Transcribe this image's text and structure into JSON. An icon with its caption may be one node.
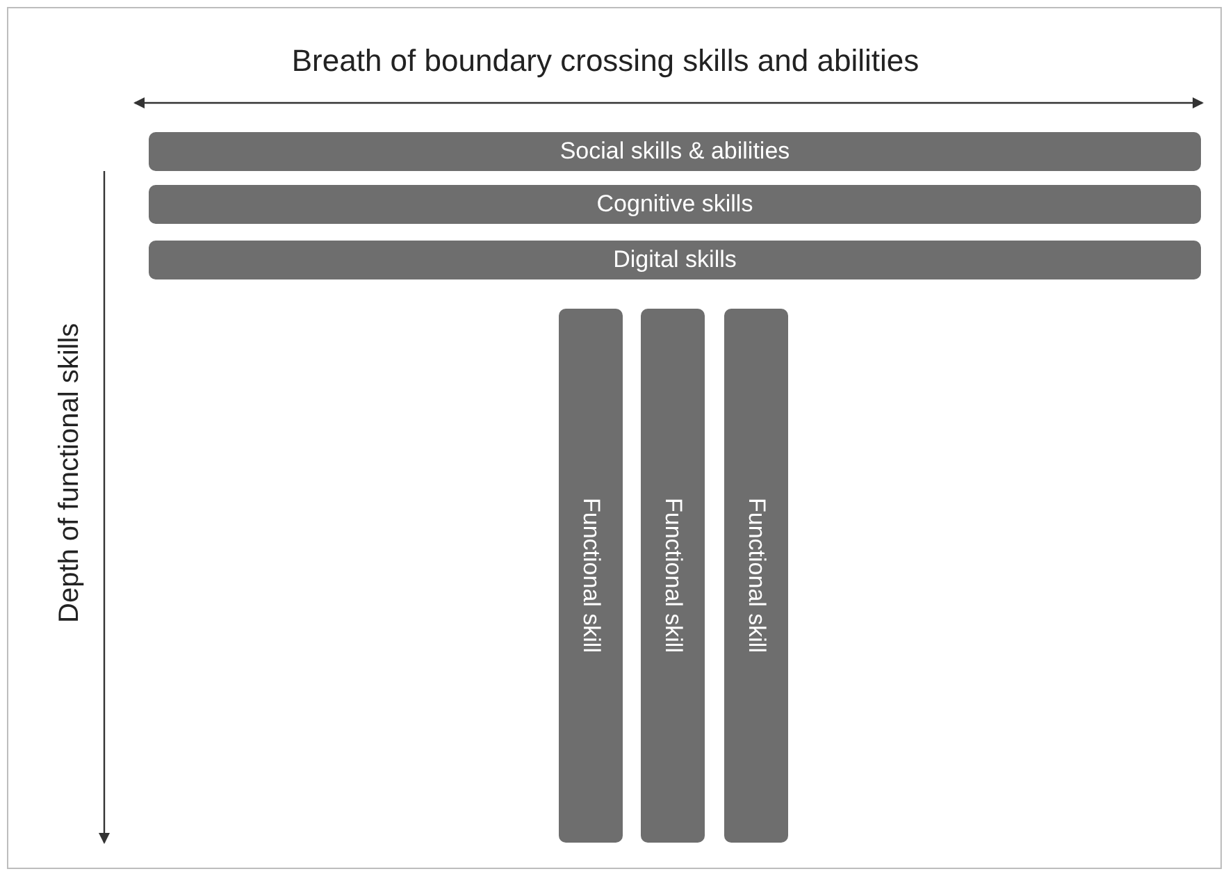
{
  "diagram": {
    "title": "Breath of boundary crossing skills and abilities",
    "nodes": [
      {
        "text": [
          "Social skills & abilities"
        ]
      },
      {
        "text": [
          "Cognitive skills"
        ]
      },
      {
        "text": [
          "Digital skills"
        ]
      },
      {
        "text": [
          "Functional skill"
        ]
      },
      {
        "text": [
          "Functional skill"
        ]
      },
      {
        "text": [
          "Functional skill"
        ]
      }
    ],
    "labels": [
      "Depth of functional skills"
    ]
  }
}
